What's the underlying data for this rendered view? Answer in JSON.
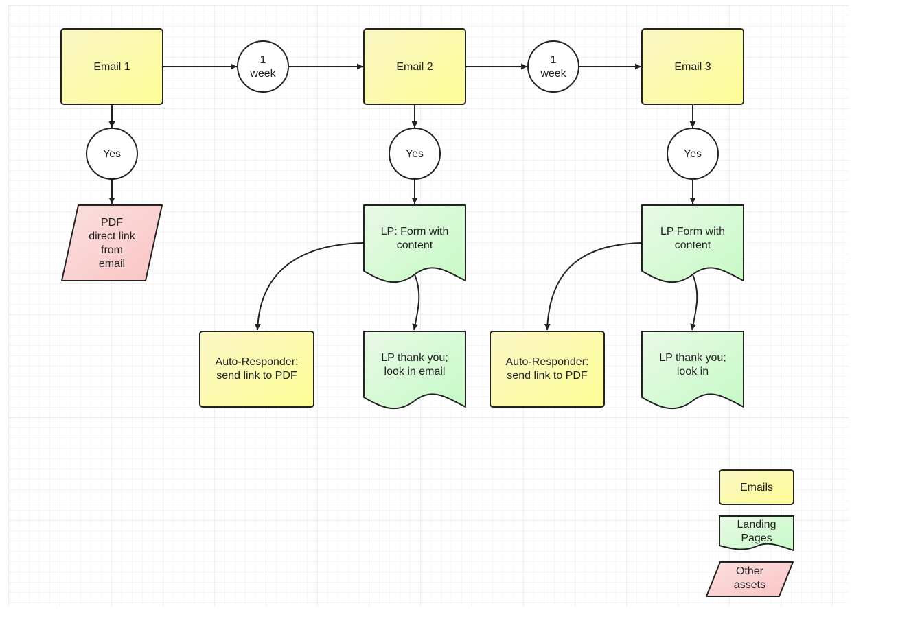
{
  "colors": {
    "email_fill_start": "#fbf7c6",
    "email_fill_end": "#fefe96",
    "lp_fill_start": "#e9f9e6",
    "lp_fill_end": "#c6fac6",
    "asset_fill_start": "#fbe0e0",
    "asset_fill_end": "#fac4c4",
    "stroke": "#222222",
    "grid_minor": "#ececec",
    "grid_major": "#dddddd"
  },
  "nodes": {
    "email1": [
      "Email 1"
    ],
    "wait1": [
      "1",
      "week"
    ],
    "email2": [
      "Email 2"
    ],
    "wait2": [
      "1",
      "week"
    ],
    "email3": [
      "Email 3"
    ],
    "yes1": [
      "Yes"
    ],
    "yes2": [
      "Yes"
    ],
    "yes3": [
      "Yes"
    ],
    "pdf_link": [
      "PDF",
      "direct link",
      "from",
      "email"
    ],
    "lp_form2": [
      "LP: Form with",
      "content"
    ],
    "lp_form3": [
      "LP Form with",
      "content"
    ],
    "autoresponder2": [
      "Auto-Responder:",
      "send link to PDF"
    ],
    "lp_thanks2": [
      "LP thank you;",
      "look in email"
    ],
    "autoresponder3": [
      "Auto-Responder:",
      "send link to PDF"
    ],
    "lp_thanks3": [
      "LP thank you;",
      "look in"
    ]
  },
  "legend": {
    "emails": [
      "Emails"
    ],
    "landing_pages": [
      "Landing",
      "Pages"
    ],
    "other_assets": [
      "Other",
      "assets"
    ]
  }
}
